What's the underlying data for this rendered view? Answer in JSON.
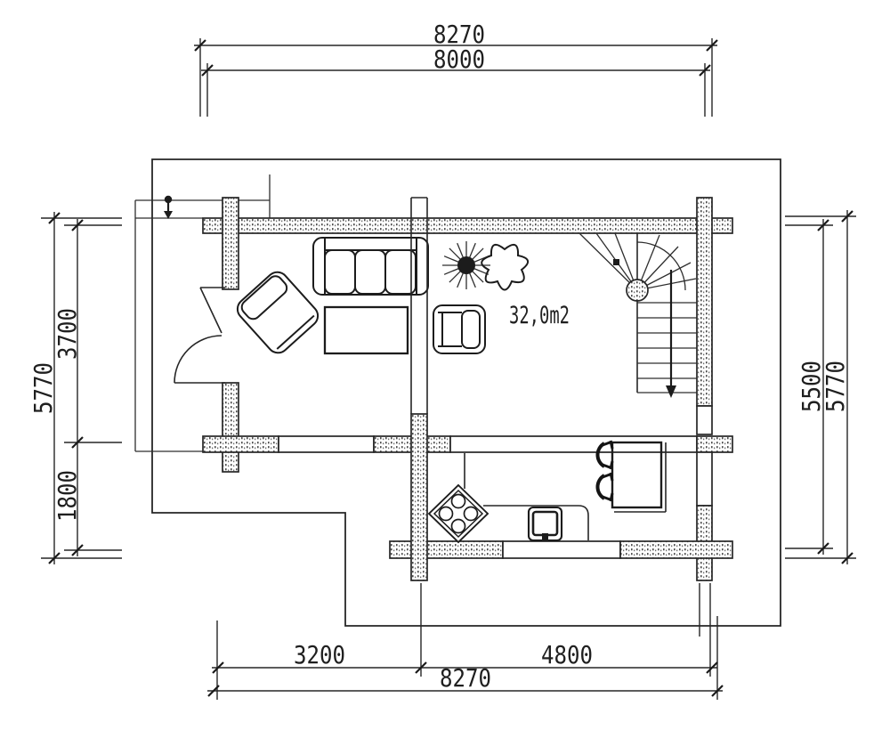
{
  "colors": {
    "line": "#262626",
    "background": "#ffffff"
  },
  "area_label": "32,0m2",
  "dimension_labels": {
    "top_outer": "8270",
    "top_inner": "8000",
    "left_overall": "5770",
    "left_upper": "3700",
    "left_lower": "1800",
    "right_inner": "5500",
    "right_outer": "5770",
    "bottom_left": "3200",
    "bottom_right": "4800",
    "bottom_overall": "8270"
  }
}
